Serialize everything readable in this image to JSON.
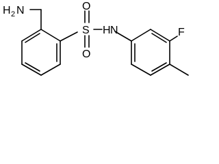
{
  "molecule": {
    "atoms": {
      "amine": {
        "main": "H",
        "subscript": "2",
        "tail": "N"
      },
      "sulfur": "S",
      "oxygen_top": "O",
      "oxygen_bottom": "O",
      "nitrogen": "N",
      "nitrogen_h": "H",
      "fluorine": "F"
    }
  }
}
